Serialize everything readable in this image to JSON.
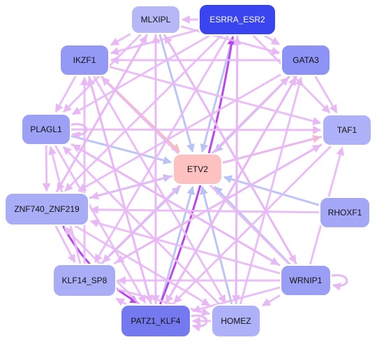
{
  "nodes": [
    {
      "id": "MLXIPL",
      "label": "MLXIPL",
      "fill": "#b6b7f7",
      "text_color": "#111111"
    },
    {
      "id": "ESRRA_ESR2",
      "label": "ESRRA_ESR2",
      "fill": "#3a45ef",
      "text_color": "#ffffff"
    },
    {
      "id": "IKZF1",
      "label": "IKZF1",
      "fill": "#9499f5",
      "text_color": "#111111"
    },
    {
      "id": "GATA3",
      "label": "GATA3",
      "fill": "#8d93f4",
      "text_color": "#111111"
    },
    {
      "id": "PLAGL1",
      "label": "PLAGL1",
      "fill": "#9ca1f5",
      "text_color": "#111111"
    },
    {
      "id": "TAF1",
      "label": "TAF1",
      "fill": "#aeb1f7",
      "text_color": "#111111"
    },
    {
      "id": "ETV2",
      "label": "ETV2",
      "fill": "#fdc1c1",
      "text_color": "#111111"
    },
    {
      "id": "ZNF740_ZNF219",
      "label": "ZNF740_ZNF219",
      "fill": "#a9adf6",
      "text_color": "#111111"
    },
    {
      "id": "RHOXF1",
      "label": "RHOXF1",
      "fill": "#a3a7f6",
      "text_color": "#111111"
    },
    {
      "id": "KLF14_SP8",
      "label": "KLF14_SP8",
      "fill": "#a9adf6",
      "text_color": "#111111"
    },
    {
      "id": "WRNIP1",
      "label": "WRNIP1",
      "fill": "#9a9ff5",
      "text_color": "#111111"
    },
    {
      "id": "PATZ1_KLF4",
      "label": "PATZ1_KLF4",
      "fill": "#7479f0",
      "text_color": "#111111"
    },
    {
      "id": "HOMEZ",
      "label": "HOMEZ",
      "fill": "#aeb1f7",
      "text_color": "#111111"
    }
  ],
  "edge_colors": {
    "regulation": "#e8b8f5",
    "to_target": "#b8c2f5",
    "strong": "#bb44f0",
    "salmon": "#f8bcbc"
  },
  "edges": [
    {
      "from": "ESRRA_ESR2",
      "to": "ETV2",
      "kind": "to_target"
    },
    {
      "from": "MLXIPL",
      "to": "ETV2",
      "kind": "to_target"
    },
    {
      "from": "GATA3",
      "to": "ETV2",
      "kind": "to_target"
    },
    {
      "from": "PLAGL1",
      "to": "ETV2",
      "kind": "to_target"
    },
    {
      "from": "ZNF740_ZNF219",
      "to": "ETV2",
      "kind": "to_target"
    },
    {
      "from": "RHOXF1",
      "to": "ETV2",
      "kind": "to_target"
    },
    {
      "from": "KLF14_SP8",
      "to": "ETV2",
      "kind": "to_target"
    },
    {
      "from": "WRNIP1",
      "to": "ETV2",
      "kind": "to_target"
    },
    {
      "from": "PATZ1_KLF4",
      "to": "ETV2",
      "kind": "to_target"
    },
    {
      "from": "HOMEZ",
      "to": "ETV2",
      "kind": "to_target"
    },
    {
      "from": "IKZF1",
      "to": "ETV2",
      "kind": "salmon"
    },
    {
      "from": "ETV2",
      "to": "TAF1",
      "kind": "salmon"
    },
    {
      "from": "PATZ1_KLF4",
      "to": "ESRRA_ESR2",
      "kind": "strong"
    },
    {
      "from": "ZNF740_ZNF219",
      "to": "PATZ1_KLF4",
      "kind": "strong"
    },
    {
      "from": "ESRRA_ESR2",
      "to": "MLXIPL",
      "kind": "regulation"
    },
    {
      "from": "ESRRA_ESR2",
      "to": "IKZF1",
      "kind": "regulation"
    },
    {
      "from": "ESRRA_ESR2",
      "to": "PLAGL1",
      "kind": "regulation"
    },
    {
      "from": "ESRRA_ESR2",
      "to": "ZNF740_ZNF219",
      "kind": "regulation"
    },
    {
      "from": "ESRRA_ESR2",
      "to": "KLF14_SP8",
      "kind": "regulation"
    },
    {
      "from": "ESRRA_ESR2",
      "to": "HOMEZ",
      "kind": "regulation"
    },
    {
      "from": "ESRRA_ESR2",
      "to": "GATA3",
      "kind": "regulation"
    },
    {
      "from": "ESRRA_ESR2",
      "to": "TAF1",
      "kind": "regulation"
    },
    {
      "from": "MLXIPL",
      "to": "IKZF1",
      "kind": "regulation"
    },
    {
      "from": "MLXIPL",
      "to": "PLAGL1",
      "kind": "regulation"
    },
    {
      "from": "MLXIPL",
      "to": "ZNF740_ZNF219",
      "kind": "regulation"
    },
    {
      "from": "MLXIPL",
      "to": "PATZ1_KLF4",
      "kind": "regulation"
    },
    {
      "from": "MLXIPL",
      "to": "WRNIP1",
      "kind": "regulation"
    },
    {
      "from": "MLXIPL",
      "to": "GATA3",
      "kind": "regulation"
    },
    {
      "from": "IKZF1",
      "to": "PLAGL1",
      "kind": "regulation"
    },
    {
      "from": "IKZF1",
      "to": "TAF1",
      "kind": "regulation"
    },
    {
      "from": "IKZF1",
      "to": "PATZ1_KLF4",
      "kind": "regulation"
    },
    {
      "from": "IKZF1",
      "to": "HOMEZ",
      "kind": "regulation"
    },
    {
      "from": "GATA3",
      "to": "ZNF740_ZNF219",
      "kind": "regulation"
    },
    {
      "from": "GATA3",
      "to": "KLF14_SP8",
      "kind": "regulation"
    },
    {
      "from": "GATA3",
      "to": "PATZ1_KLF4",
      "kind": "regulation"
    },
    {
      "from": "GATA3",
      "to": "TAF1",
      "kind": "regulation"
    },
    {
      "from": "GATA3",
      "to": "IKZF1",
      "kind": "regulation"
    },
    {
      "from": "PLAGL1",
      "to": "TAF1",
      "kind": "regulation"
    },
    {
      "from": "PLAGL1",
      "to": "PATZ1_KLF4",
      "kind": "regulation"
    },
    {
      "from": "PLAGL1",
      "to": "WRNIP1",
      "kind": "regulation"
    },
    {
      "from": "PLAGL1",
      "to": "ZNF740_ZNF219",
      "kind": "regulation"
    },
    {
      "from": "TAF1",
      "to": "ZNF740_ZNF219",
      "kind": "regulation"
    },
    {
      "from": "TAF1",
      "to": "KLF14_SP8",
      "kind": "regulation"
    },
    {
      "from": "TAF1",
      "to": "PATZ1_KLF4",
      "kind": "regulation"
    },
    {
      "from": "ZNF740_ZNF219",
      "to": "KLF14_SP8",
      "kind": "regulation"
    },
    {
      "from": "ZNF740_ZNF219",
      "to": "HOMEZ",
      "kind": "regulation"
    },
    {
      "from": "ZNF740_ZNF219",
      "to": "MLXIPL",
      "kind": "regulation"
    },
    {
      "from": "RHOXF1",
      "to": "ZNF740_ZNF219",
      "kind": "regulation"
    },
    {
      "from": "KLF14_SP8",
      "to": "PLAGL1",
      "kind": "regulation"
    },
    {
      "from": "KLF14_SP8",
      "to": "IKZF1",
      "kind": "regulation"
    },
    {
      "from": "KLF14_SP8",
      "to": "GATA3",
      "kind": "regulation"
    },
    {
      "from": "KLF14_SP8",
      "to": "HOMEZ",
      "kind": "regulation"
    },
    {
      "from": "WRNIP1",
      "to": "PLAGL1",
      "kind": "regulation"
    },
    {
      "from": "WRNIP1",
      "to": "ZNF740_ZNF219",
      "kind": "regulation"
    },
    {
      "from": "WRNIP1",
      "to": "KLF14_SP8",
      "kind": "regulation"
    },
    {
      "from": "WRNIP1",
      "to": "IKZF1",
      "kind": "regulation"
    },
    {
      "from": "WRNIP1",
      "to": "TAF1",
      "kind": "regulation"
    },
    {
      "from": "WRNIP1",
      "to": "HOMEZ",
      "kind": "regulation"
    },
    {
      "from": "WRNIP1",
      "to": "PATZ1_KLF4",
      "kind": "regulation"
    },
    {
      "from": "WRNIP1",
      "to": "MLXIPL",
      "kind": "regulation"
    },
    {
      "from": "PATZ1_KLF4",
      "to": "GATA3",
      "kind": "regulation"
    },
    {
      "from": "PATZ1_KLF4",
      "to": "KLF14_SP8",
      "kind": "regulation"
    },
    {
      "from": "PATZ1_KLF4",
      "to": "MLXIPL",
      "kind": "regulation"
    },
    {
      "from": "PATZ1_KLF4",
      "to": "IKZF1",
      "kind": "regulation"
    },
    {
      "from": "PATZ1_KLF4",
      "to": "ZNF740_ZNF219",
      "kind": "regulation"
    },
    {
      "from": "HOMEZ",
      "to": "GATA3",
      "kind": "regulation"
    },
    {
      "from": "HOMEZ",
      "to": "ESRRA_ESR2",
      "kind": "regulation"
    },
    {
      "from": "HOMEZ",
      "to": "PLAGL1",
      "kind": "regulation"
    },
    {
      "from": "HOMEZ",
      "to": "PATZ1_KLF4",
      "kind": "regulation"
    },
    {
      "from": "KLF14_SP8",
      "to": "TAF1",
      "kind": "regulation"
    }
  ],
  "self_loops": [
    {
      "node": "PLAGL1",
      "side": "right",
      "kind": "regulation"
    },
    {
      "node": "WRNIP1",
      "side": "right",
      "kind": "regulation"
    },
    {
      "node": "PATZ1_KLF4",
      "side": "right",
      "kind": "regulation"
    }
  ]
}
